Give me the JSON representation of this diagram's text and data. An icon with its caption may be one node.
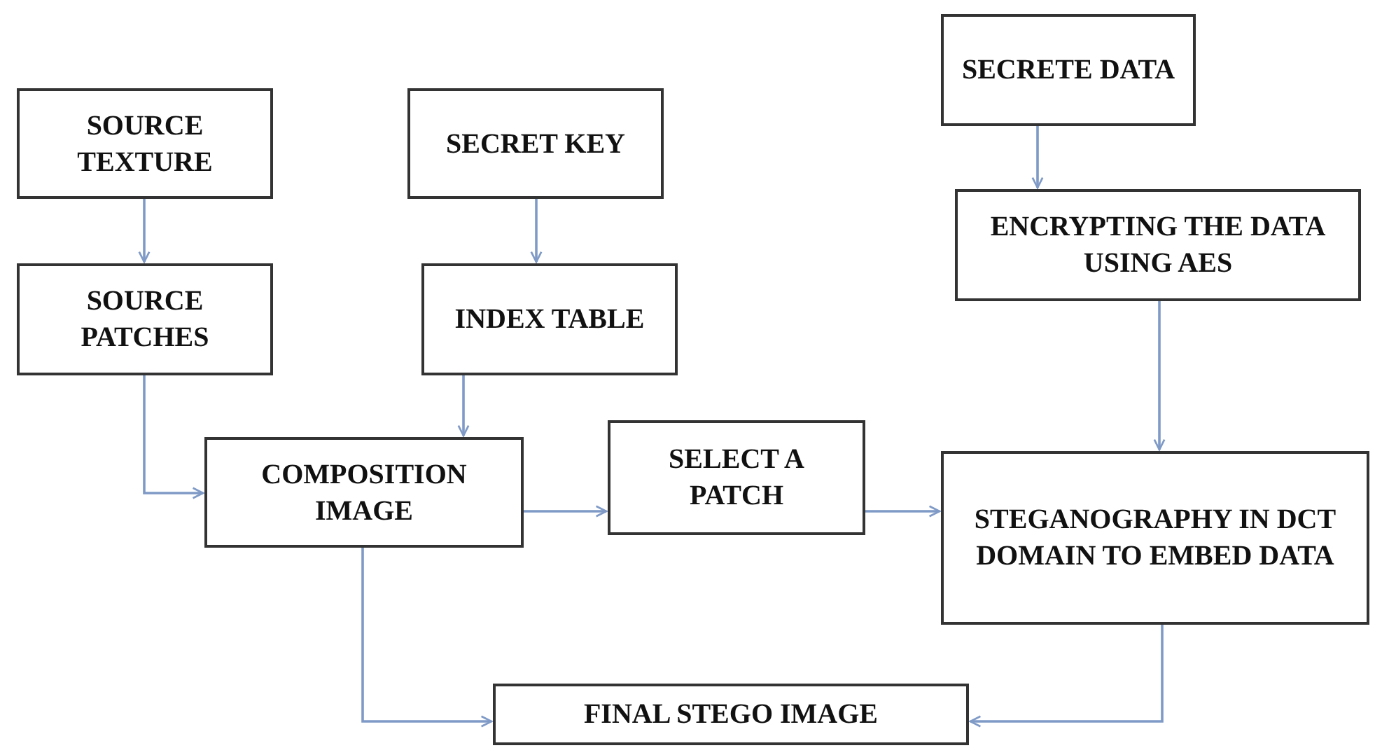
{
  "diagram": {
    "nodes": [
      {
        "text": [
          "SOURCE TEXTURE"
        ]
      },
      {
        "text": [
          "SOURCE PATCHES"
        ]
      },
      {
        "text": [
          "SECRET KEY"
        ]
      },
      {
        "text": [
          "INDEX TABLE"
        ]
      },
      {
        "text": [
          "SECRETE DATA"
        ]
      },
      {
        "text": [
          "ENCRYPTING THE DATA USING AES"
        ]
      },
      {
        "text": [
          "COMPOSITION IMAGE"
        ]
      },
      {
        "text": [
          "SELECT A PATCH"
        ]
      },
      {
        "text": [
          "STEGANOGRAPHY IN DCT DOMAIN TO EMBED DATA"
        ]
      },
      {
        "text": [
          "FINAL STEGO IMAGE"
        ]
      }
    ],
    "edges": [
      {
        "from": 0,
        "to": 1,
        "arrow": "to"
      },
      {
        "from": 2,
        "to": 3,
        "arrow": "to"
      },
      {
        "from": 4,
        "to": 5,
        "arrow": "to"
      },
      {
        "from": 1,
        "to": 6,
        "arrow": "to"
      },
      {
        "from": 3,
        "to": 6,
        "arrow": "to"
      },
      {
        "from": 6,
        "to": 7,
        "arrow": "to"
      },
      {
        "from": 7,
        "to": 8,
        "arrow": "to"
      },
      {
        "from": 5,
        "to": 8,
        "arrow": "to"
      },
      {
        "from": 6,
        "to": 9,
        "arrow": "to"
      },
      {
        "from": 8,
        "to": 9,
        "arrow": "to"
      }
    ]
  }
}
